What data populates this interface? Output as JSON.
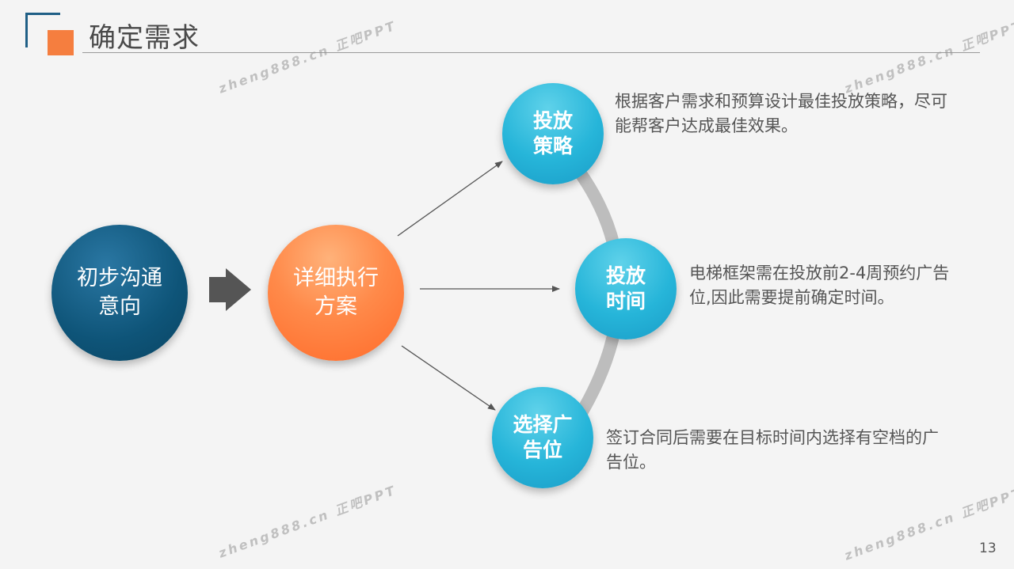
{
  "header": {
    "title": "确定需求",
    "accent_color": "#f57e3f",
    "frame_color": "#1f5f86"
  },
  "watermark": {
    "text": "zheng888.cn 正吧PPT"
  },
  "flow": {
    "start": {
      "line1": "初步沟通",
      "line2": "意向",
      "color": "#0e5478"
    },
    "plan": {
      "line1": "详细执行",
      "line2": "方案",
      "color": "#ff7a3a"
    },
    "arrow_icon": "right-arrow-icon",
    "nodes": [
      {
        "line1": "投放",
        "line2": "策略",
        "description": "根据客户需求和预算设计最佳投放策略，尽可能帮客户达成最佳效果。"
      },
      {
        "line1": "投放",
        "line2": "时间",
        "description": "电梯框架需在投放前2-4周预约广告位,因此需要提前确定时间。"
      },
      {
        "line1": "选择广",
        "line2": "告位",
        "description": "签订合同后需要在目标时间内选择有空档的广告位。"
      }
    ],
    "node_color": "#26b5d9"
  },
  "page": {
    "number": "13"
  }
}
